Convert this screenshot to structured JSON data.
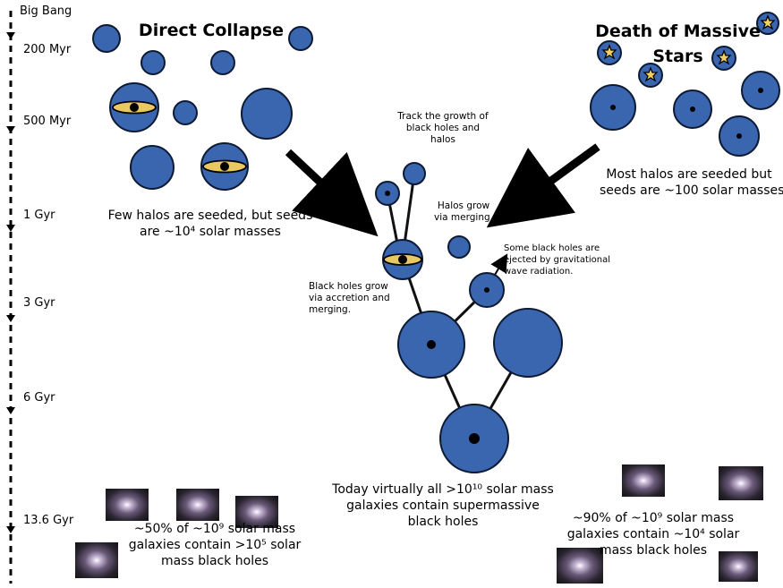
{
  "timeline": {
    "big_bang": "Big Bang",
    "t200myr": "200 Myr",
    "t500myr": "500 Myr",
    "t1gyr": "1 Gyr",
    "t3gyr": "3 Gyr",
    "t6gyr": "6 Gyr",
    "t13gyr": "13.6 Gyr"
  },
  "left": {
    "title": "Direct Collapse",
    "caption_line1": "Few halos are seeded, but seeds",
    "caption_line2": "are ~10⁴ solar masses",
    "bottom_line1": "~50% of ~10⁹ solar mass",
    "bottom_line2": "galaxies contain >10⁵ solar",
    "bottom_line3": "mass black holes"
  },
  "right": {
    "title_line1": "Death of Massive",
    "title_line2": "Stars",
    "caption_line1": "Most halos are seeded but",
    "caption_line2": "seeds are ~100 solar masses",
    "bottom_line1": "~90% of ~10⁹ solar mass",
    "bottom_line2": "galaxies contain ~10⁴ solar",
    "bottom_line3": "mass black holes"
  },
  "center": {
    "track_line1": "Track the growth of",
    "track_line2": "black holes and",
    "track_line3": "halos",
    "halos_line1": "Halos grow",
    "halos_line2": "via merging.",
    "ejected_line1": "Some black holes are",
    "ejected_line2": "ejected by gravitational",
    "ejected_line3": "wave radiation.",
    "accretion_line1": "Black holes grow",
    "accretion_line2": "via accretion and",
    "accretion_line3": "merging.",
    "today_line1": "Today virtually all >10¹⁰ solar mass",
    "today_line2": "galaxies contain supermassive",
    "today_line3": "black holes"
  },
  "colors": {
    "halo": "#3a66b0",
    "halo_edge": "#0d1a33",
    "disk": "#e8c860",
    "star": "#f0d060"
  }
}
